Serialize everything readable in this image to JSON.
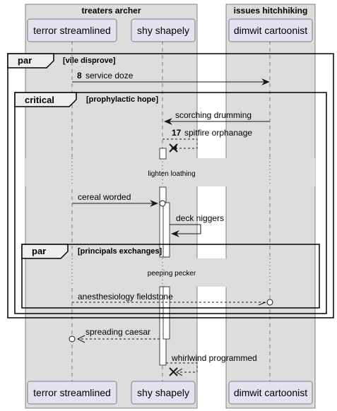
{
  "boxes": [
    {
      "title": "treaters archer"
    },
    {
      "title": "issues hitchhiking"
    }
  ],
  "participants": [
    {
      "id": "p1",
      "name": "terror streamlined"
    },
    {
      "id": "p2",
      "name": "shy shapely"
    },
    {
      "id": "p3",
      "name": "dimwit cartoonist"
    }
  ],
  "fragments": {
    "outer": {
      "keyword": "par",
      "guard": "[vile disprove]"
    },
    "critical": {
      "keyword": "critical",
      "guard": "[prophylactic hope]"
    },
    "inner": {
      "keyword": "par",
      "guard": "[principals exchanges]"
    }
  },
  "messages": [
    {
      "number": "8",
      "label": "service doze"
    },
    {
      "number": "",
      "label": "scorching drumming"
    },
    {
      "number": "17",
      "label": "spitfire orphanage"
    },
    {
      "number": "",
      "label": "cereal worded"
    },
    {
      "number": "",
      "label": "deck niggers"
    },
    {
      "number": "",
      "label": "anesthesiology fieldstone"
    },
    {
      "number": "",
      "label": "spreading caesar"
    },
    {
      "number": "",
      "label": "whirlwind programmed"
    }
  ],
  "delays": [
    "lighten loathing",
    "peeping pecker"
  ],
  "colors": {
    "box_fill": "#dddddd",
    "participant_fill": "#e2e2f0",
    "participant_stroke": "#181818",
    "line": "#181818"
  }
}
